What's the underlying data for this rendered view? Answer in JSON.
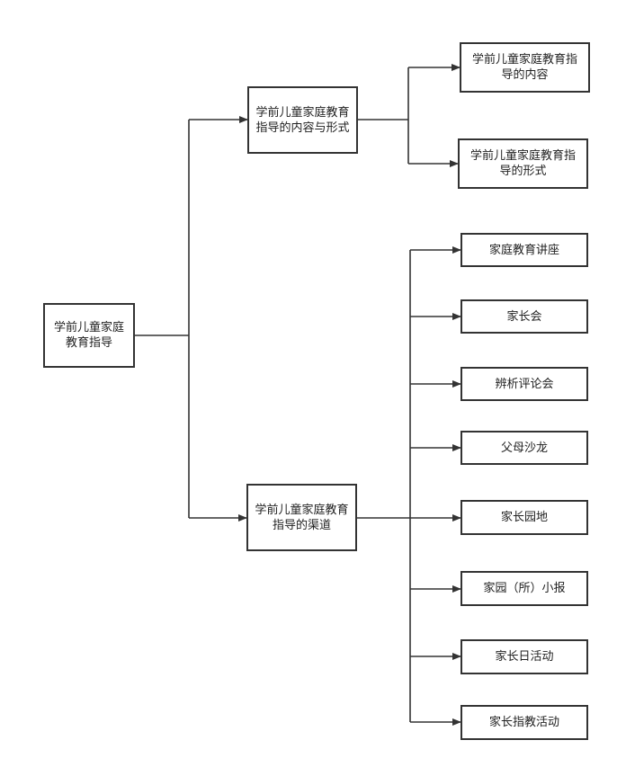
{
  "diagram": {
    "root": {
      "label": "学前儿童家庭教育指导"
    },
    "branch_content": {
      "label": "学前儿童家庭教育指导的内容与形式",
      "children": [
        {
          "label": "学前儿童家庭教育指导的内容"
        },
        {
          "label": "学前儿童家庭教育指导的形式"
        }
      ]
    },
    "branch_channels": {
      "label": "学前儿童家庭教育指导的渠道",
      "children": [
        {
          "label": "家庭教育讲座"
        },
        {
          "label": "家长会"
        },
        {
          "label": "辨析评论会"
        },
        {
          "label": "父母沙龙"
        },
        {
          "label": "家长园地"
        },
        {
          "label": "家园（所）小报"
        },
        {
          "label": "家长日活动"
        },
        {
          "label": "家长指教活动"
        }
      ]
    }
  }
}
